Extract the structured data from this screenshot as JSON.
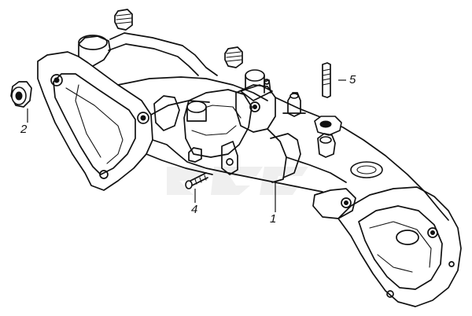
{
  "diagram": {
    "part_numbers": [
      {
        "id": "part-1",
        "label": "1"
      },
      {
        "id": "part-2",
        "label": "2"
      },
      {
        "id": "part-4",
        "label": "4"
      },
      {
        "id": "part-5",
        "label": "5"
      }
    ]
  },
  "colors": {
    "line": "#111111",
    "background": "#ffffff",
    "watermark": "#e3e3e3"
  }
}
